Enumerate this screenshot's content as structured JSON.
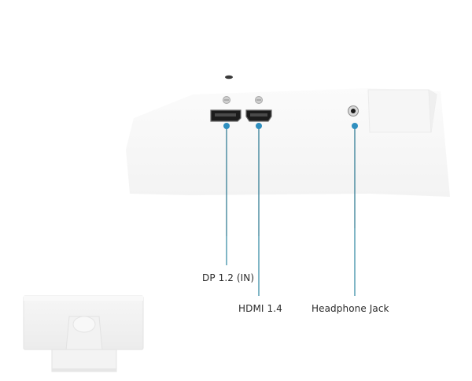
{
  "ports": [
    {
      "id": "dp",
      "label": "DP 1.2 (IN)",
      "icon": "displayport-icon"
    },
    {
      "id": "hdmi",
      "label": "HDMI 1.4",
      "icon": "hdmi-port-icon"
    },
    {
      "id": "headphone",
      "label": "Headphone Jack",
      "icon": "headphone-jack-icon"
    }
  ],
  "colors": {
    "accent": "#2f8fbf",
    "leader_line": "#3d8ea8",
    "port_dark": "#1c1c1c",
    "panel": "#f7f7f7",
    "label_text": "#2b2b2b"
  },
  "thumbnail": {
    "icon": "monitor-back-thumbnail-icon"
  }
}
